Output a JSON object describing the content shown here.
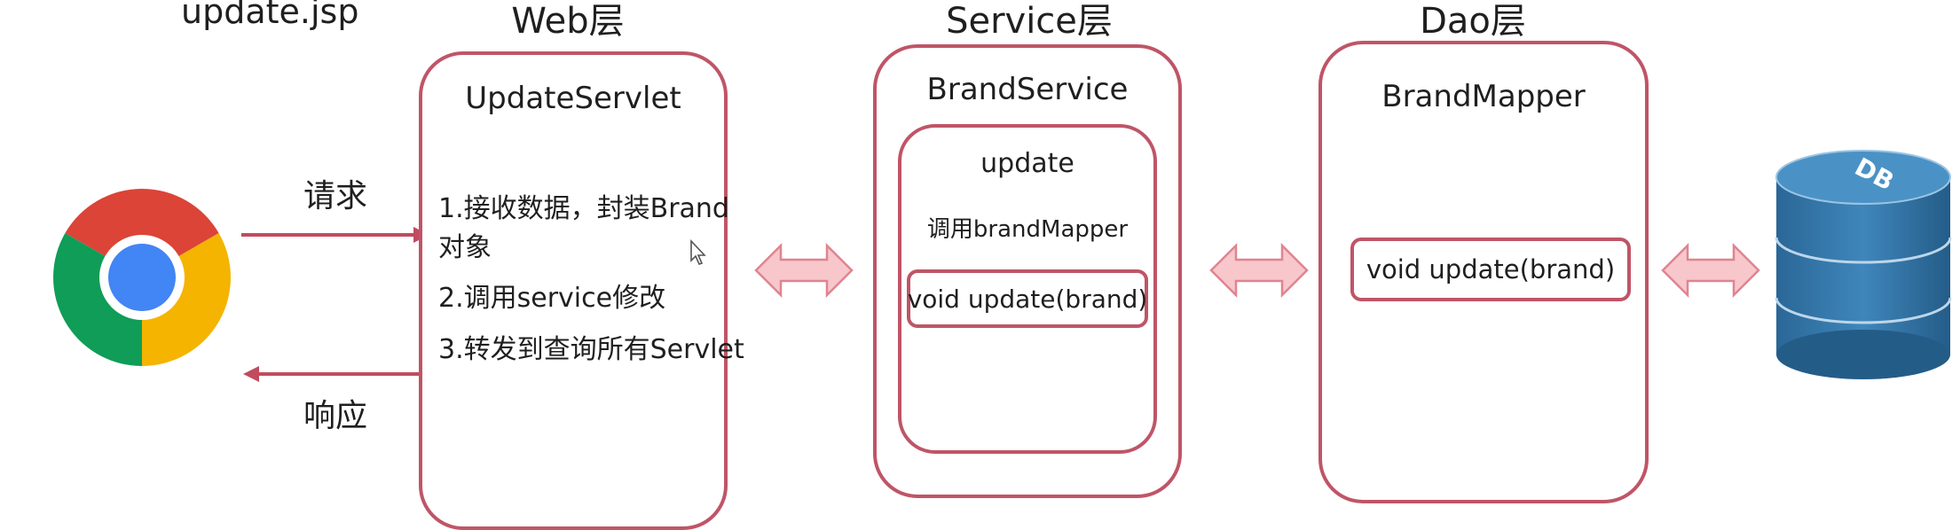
{
  "page_label": "update.jsp",
  "layers": {
    "web": "Web层",
    "service": "Service层",
    "dao": "Dao层"
  },
  "browser": {
    "icon": "chrome-browser-icon",
    "request_label": "请求",
    "response_label": "响应"
  },
  "web_box": {
    "title": "UpdateServlet",
    "steps": [
      "1.接收数据，封装Brand",
      "对象",
      "2.调用service修改",
      "3.转发到查询所有Servlet"
    ]
  },
  "service_box": {
    "title": "BrandService",
    "method_name": "update",
    "method_desc": "调用brandMapper",
    "signature": "void update(brand)"
  },
  "dao_box": {
    "title": "BrandMapper",
    "signature": "void update(brand)"
  },
  "database": {
    "icon": "database-icon",
    "label": "DB"
  },
  "colors": {
    "box_border": "#bf5567",
    "arrow_line": "#c24b5e",
    "double_arrow_fill": "#f7c7cc",
    "double_arrow_stroke": "#e0848f",
    "db_blue": "#2f6f9f"
  }
}
